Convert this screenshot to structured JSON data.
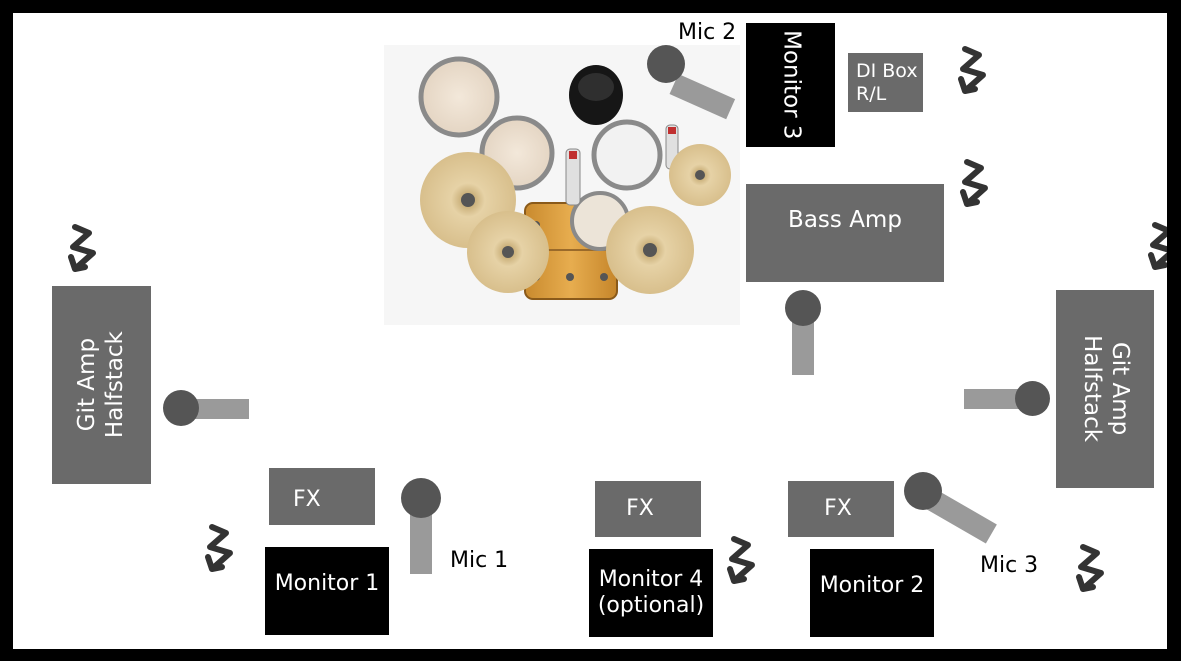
{
  "labels": {
    "monitor3": "Monitor 3",
    "di_box_line1": "DI Box",
    "di_box_line2": "R/L",
    "bass_amp": "Bass Amp",
    "git_amp_left_line1": "Git Amp",
    "git_amp_left_line2": "Halfstack",
    "git_amp_right_line1": "Git Amp",
    "git_amp_right_line2": "Halfstack",
    "fx_left": "FX",
    "fx_center": "FX",
    "fx_right": "FX",
    "monitor1": "Monitor 1",
    "monitor4_line1": "Monitor 4",
    "monitor4_line2": "(optional)",
    "monitor2": "Monitor 2",
    "mic1": "Mic 1",
    "mic2": "Mic 2",
    "mic3": "Mic 3"
  },
  "icons": {
    "power": "power-outlet-icon",
    "mic": "microphone-icon",
    "drum_kit": "drum-kit-image"
  },
  "colors": {
    "frame": "#000000",
    "amp_gray": "#6a6a6a",
    "monitor_black": "#000000",
    "mic_handle": "#9a9a9a",
    "mic_head": "#555555",
    "bolt": "#3a3a3a"
  }
}
